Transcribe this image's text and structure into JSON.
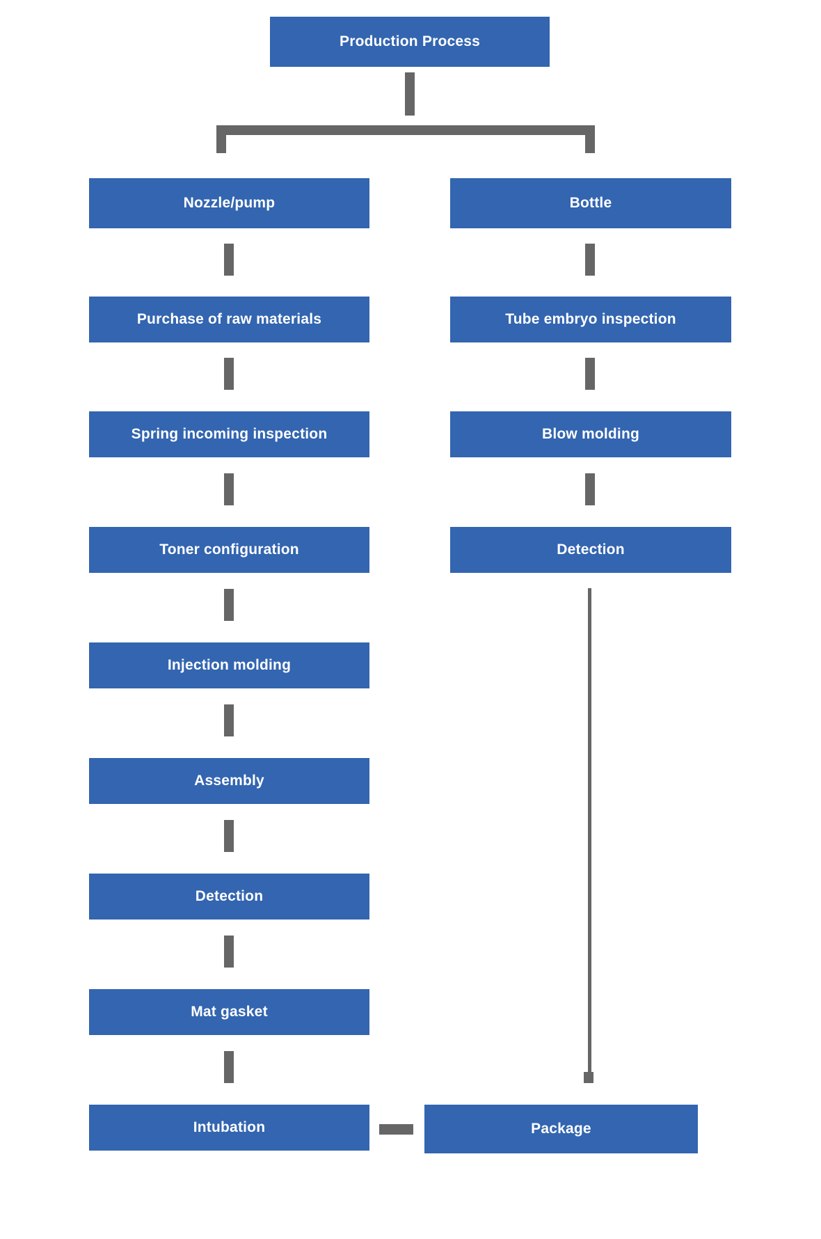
{
  "diagram": {
    "title": "Production Process",
    "type": "flowchart",
    "orientation": "top-down",
    "colors": {
      "node_fill": "#3365b0",
      "node_text": "#ffffff",
      "connector": "#666666",
      "background": "#ffffff"
    },
    "root": {
      "id": "production-process",
      "label": "Production Process"
    },
    "branches": [
      {
        "id": "nozzle-pump",
        "column": "left",
        "steps": [
          {
            "id": "nozzle-pump",
            "label": "Nozzle/pump"
          },
          {
            "id": "purchase-raw-materials",
            "label": "Purchase of raw materials"
          },
          {
            "id": "spring-incoming-inspection",
            "label": "Spring incoming inspection"
          },
          {
            "id": "toner-configuration",
            "label": "Toner configuration"
          },
          {
            "id": "injection-molding",
            "label": "Injection molding"
          },
          {
            "id": "assembly",
            "label": "Assembly"
          },
          {
            "id": "detection-left",
            "label": "Detection"
          },
          {
            "id": "mat-gasket",
            "label": "Mat gasket"
          },
          {
            "id": "intubation",
            "label": "Intubation"
          }
        ]
      },
      {
        "id": "bottle",
        "column": "right",
        "steps": [
          {
            "id": "bottle",
            "label": "Bottle"
          },
          {
            "id": "tube-embryo-inspection",
            "label": "Tube embryo inspection"
          },
          {
            "id": "blow-molding",
            "label": "Blow molding"
          },
          {
            "id": "detection-right",
            "label": "Detection"
          }
        ]
      }
    ],
    "terminal": {
      "id": "package",
      "label": "Package"
    },
    "edges": [
      {
        "from": "production-process",
        "to": "nozzle-pump"
      },
      {
        "from": "production-process",
        "to": "bottle"
      },
      {
        "from": "nozzle-pump",
        "to": "purchase-raw-materials"
      },
      {
        "from": "purchase-raw-materials",
        "to": "spring-incoming-inspection"
      },
      {
        "from": "spring-incoming-inspection",
        "to": "toner-configuration"
      },
      {
        "from": "toner-configuration",
        "to": "injection-molding"
      },
      {
        "from": "injection-molding",
        "to": "assembly"
      },
      {
        "from": "assembly",
        "to": "detection-left"
      },
      {
        "from": "detection-left",
        "to": "mat-gasket"
      },
      {
        "from": "mat-gasket",
        "to": "intubation"
      },
      {
        "from": "bottle",
        "to": "tube-embryo-inspection"
      },
      {
        "from": "tube-embryo-inspection",
        "to": "blow-molding"
      },
      {
        "from": "blow-molding",
        "to": "detection-right"
      },
      {
        "from": "detection-right",
        "to": "package"
      },
      {
        "from": "intubation",
        "to": "package"
      }
    ]
  }
}
